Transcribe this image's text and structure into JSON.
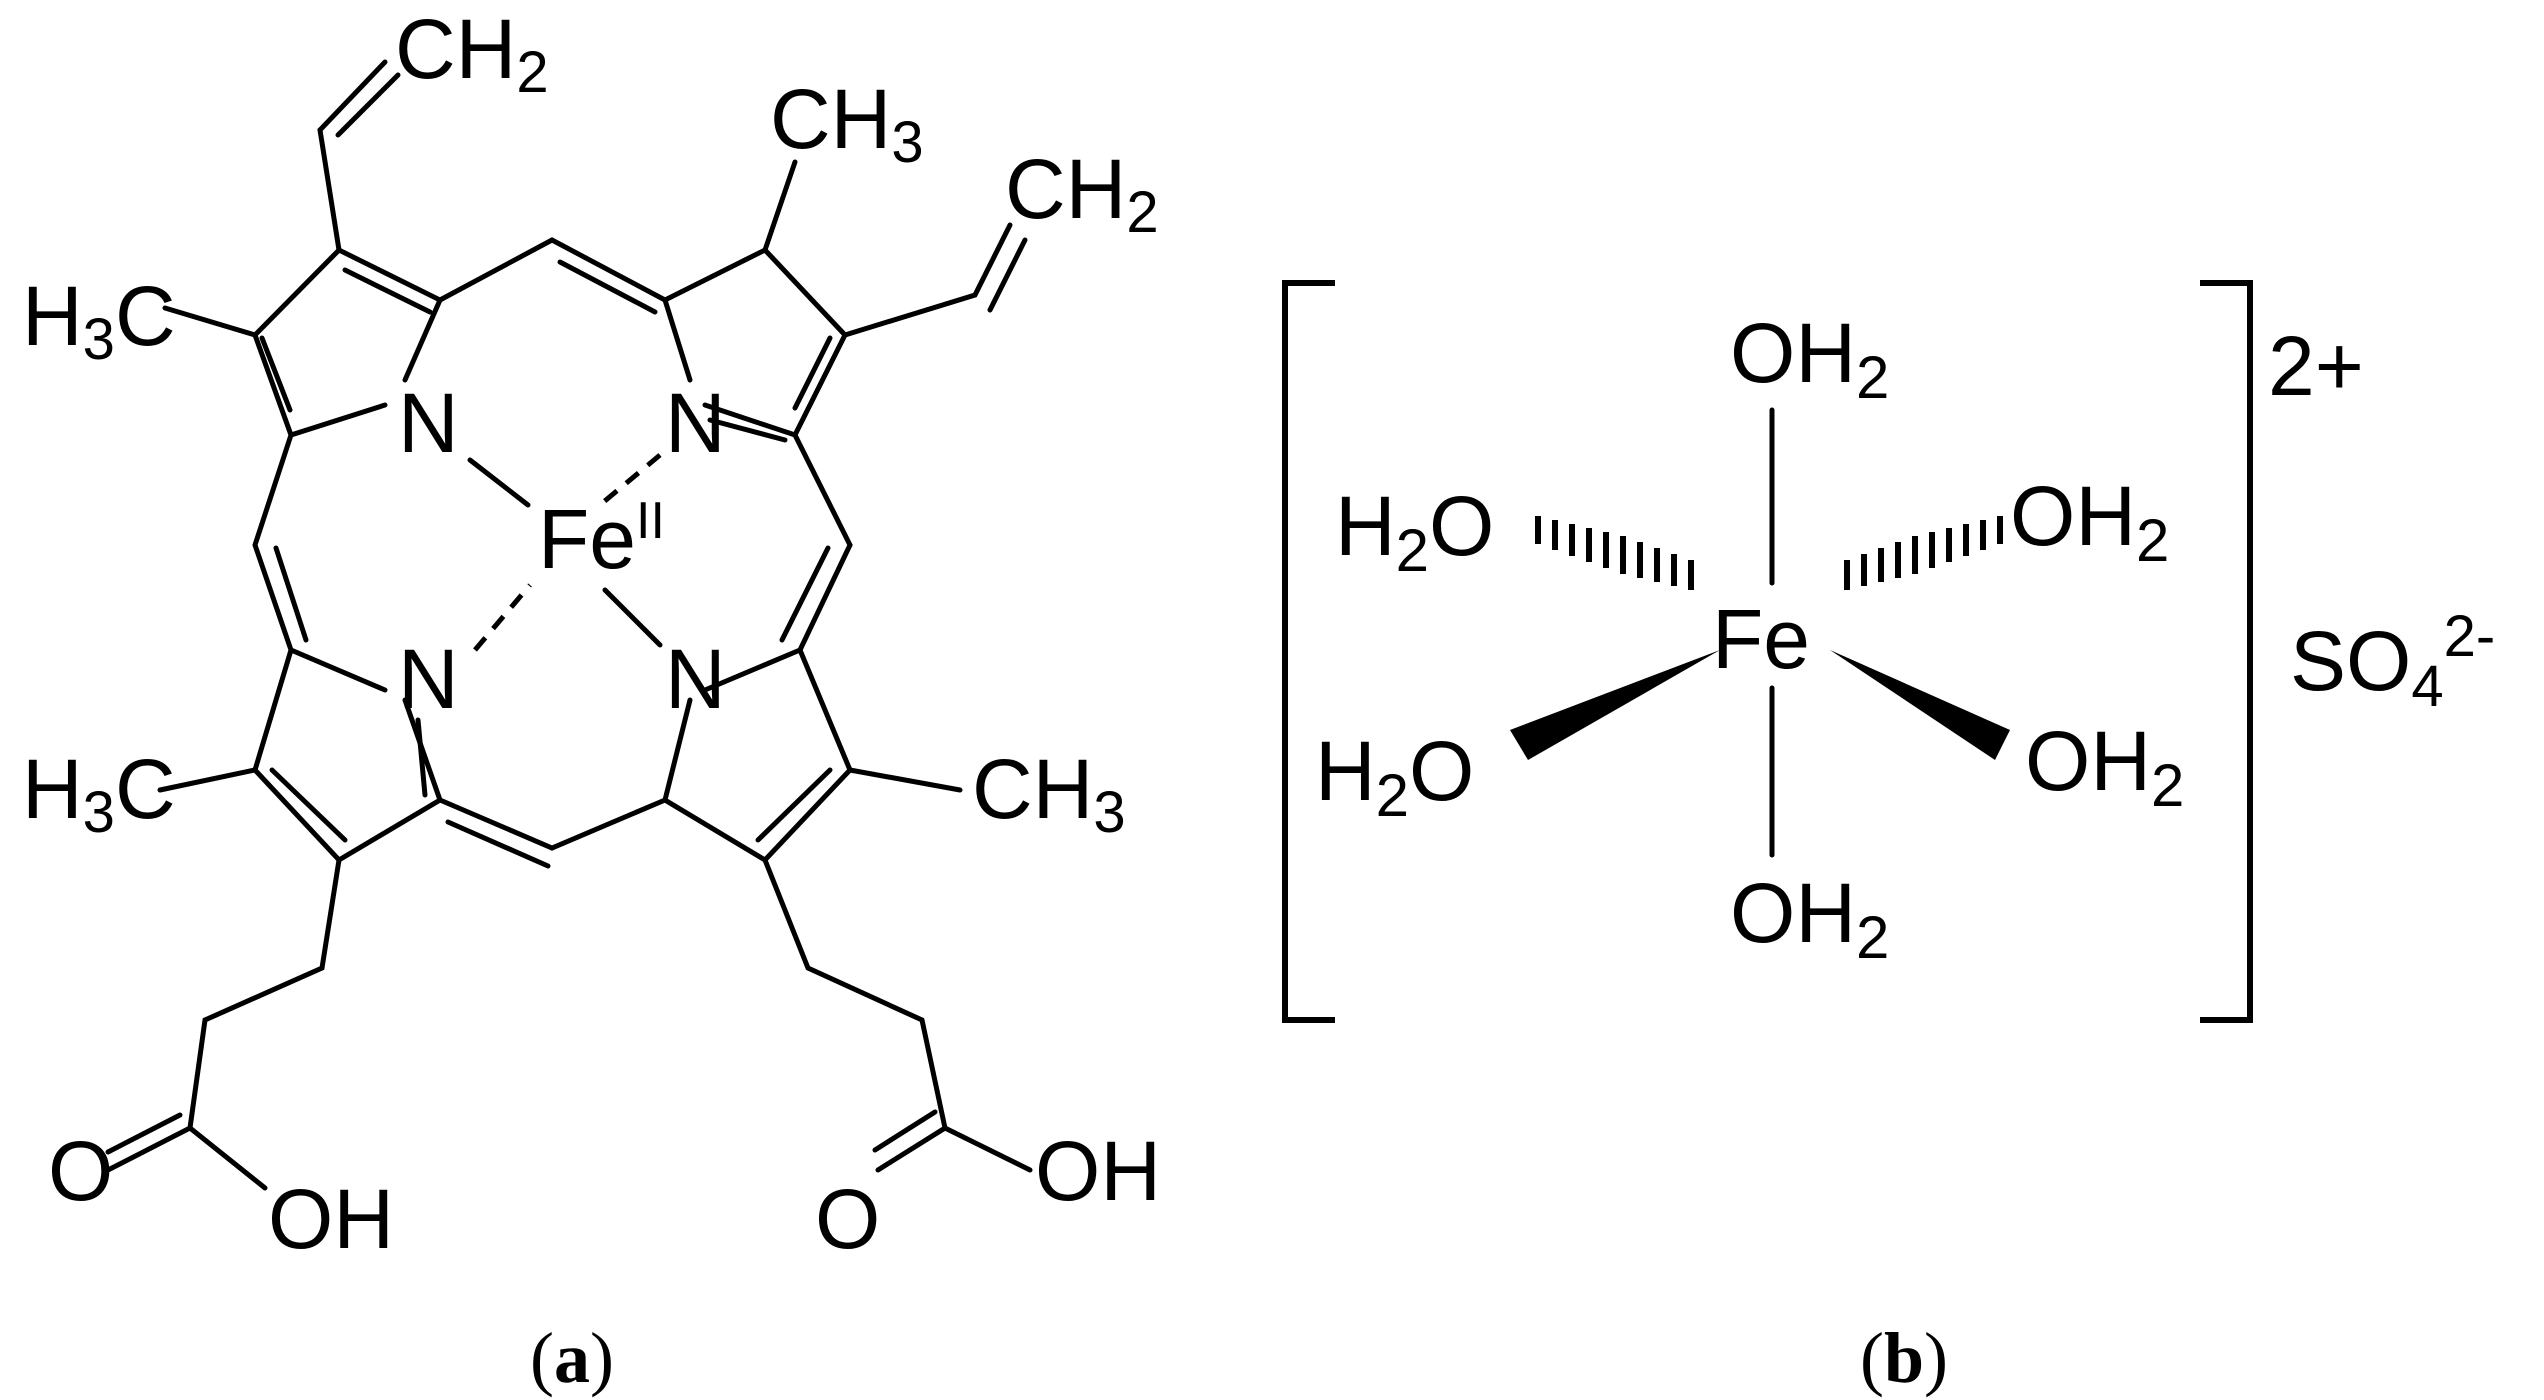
{
  "panel_a": {
    "label_open": "(",
    "label_letter": "a",
    "label_close": ")",
    "metal_symbol": "Fe",
    "metal_oxidation": "II",
    "nitrogen": "N",
    "substituents": {
      "vinyl_left": "CH",
      "vinyl_left_sub": "2",
      "vinyl_right": "CH",
      "vinyl_right_sub": "2",
      "methyl_top": "CH",
      "methyl_top_sub": "3",
      "methyl_upper_left_main": "H",
      "methyl_upper_left_sub": "3",
      "methyl_upper_left_rest": "C",
      "methyl_lower_left_main": "H",
      "methyl_lower_left_sub": "3",
      "methyl_lower_left_rest": "C",
      "methyl_lower_right": "CH",
      "methyl_lower_right_sub": "3",
      "carbonyl_o_left": "O",
      "hydroxyl_left": "OH",
      "carbonyl_o_right": "O",
      "hydroxyl_right": "OH"
    }
  },
  "panel_b": {
    "label_open": "(",
    "label_letter": "b",
    "label_close": ")",
    "metal_symbol": "Fe",
    "charge": "2+",
    "counterion_main": "SO",
    "counterion_sub": "4",
    "counterion_charge": "2-",
    "ligands": {
      "top_main": "OH",
      "top_sub": "2",
      "bottom_main": "OH",
      "bottom_sub": "2",
      "right_hash_main": "OH",
      "right_hash_sub": "2",
      "right_wedge_main": "OH",
      "right_wedge_sub": "2",
      "left_hash_h": "H",
      "left_hash_sub": "2",
      "left_hash_o": "O",
      "left_wedge_h": "H",
      "left_wedge_sub": "2",
      "left_wedge_o": "O"
    }
  }
}
